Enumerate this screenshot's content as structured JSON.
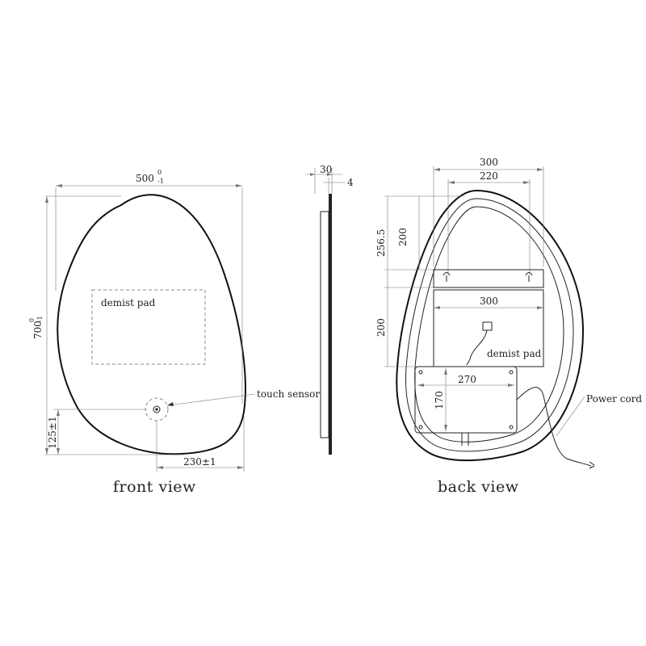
{
  "front_view": {
    "caption": "front view",
    "dim_width": "500",
    "dim_width_tol_upper": "0",
    "dim_width_tol_lower": "-1",
    "dim_height": "700",
    "dim_height_tol_upper": "0",
    "dim_height_tol_lower": "-1",
    "demist_label": "demist pad",
    "sensor_label": "touch sensor",
    "dim_sensor_height": "125±1",
    "dim_sensor_offset": "230±1"
  },
  "side_view": {
    "dim_depth": "30",
    "dim_glass": "4"
  },
  "back_view": {
    "caption": "back view",
    "dim_top_outer": "300",
    "dim_top_inner": "220",
    "dim_left_total": "256.5",
    "dim_left_bracket": "200",
    "dim_pad_width": "300",
    "dim_pad_height": "200",
    "demist_label": "demist pad",
    "dim_box_width": "270",
    "dim_box_height": "170",
    "power_label": "Power cord"
  }
}
